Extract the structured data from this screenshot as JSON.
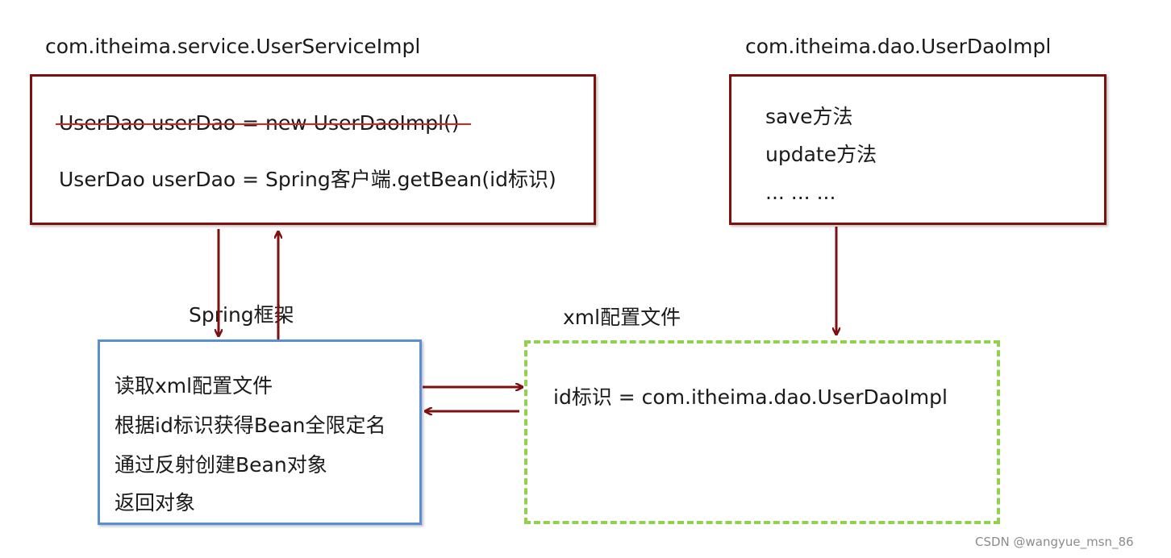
{
  "service": {
    "class_name": "com.itheima.service.UserServiceImpl",
    "old_line": "UserDao userDao = new UserDaoImpl()",
    "new_line": "UserDao userDao = Spring客户端.getBean(id标识)"
  },
  "dao": {
    "class_name": "com.itheima.dao.UserDaoImpl",
    "methods": [
      "save方法",
      "update方法",
      "... ... ..."
    ]
  },
  "spring": {
    "title": "Spring框架",
    "steps": [
      "读取xml配置文件",
      "根据id标识获得Bean全限定名",
      "通过反射创建Bean对象",
      "返回对象"
    ]
  },
  "xml": {
    "title": "xml配置文件",
    "entry": "id标识 = com.itheima.dao.UserDaoImpl"
  },
  "watermark": "CSDN @wangyue_msn_86",
  "colors": {
    "red_border": "#7f1010",
    "blue_border": "#5b8fd4",
    "green_dashed": "#92d050",
    "strike": "#e02020"
  }
}
